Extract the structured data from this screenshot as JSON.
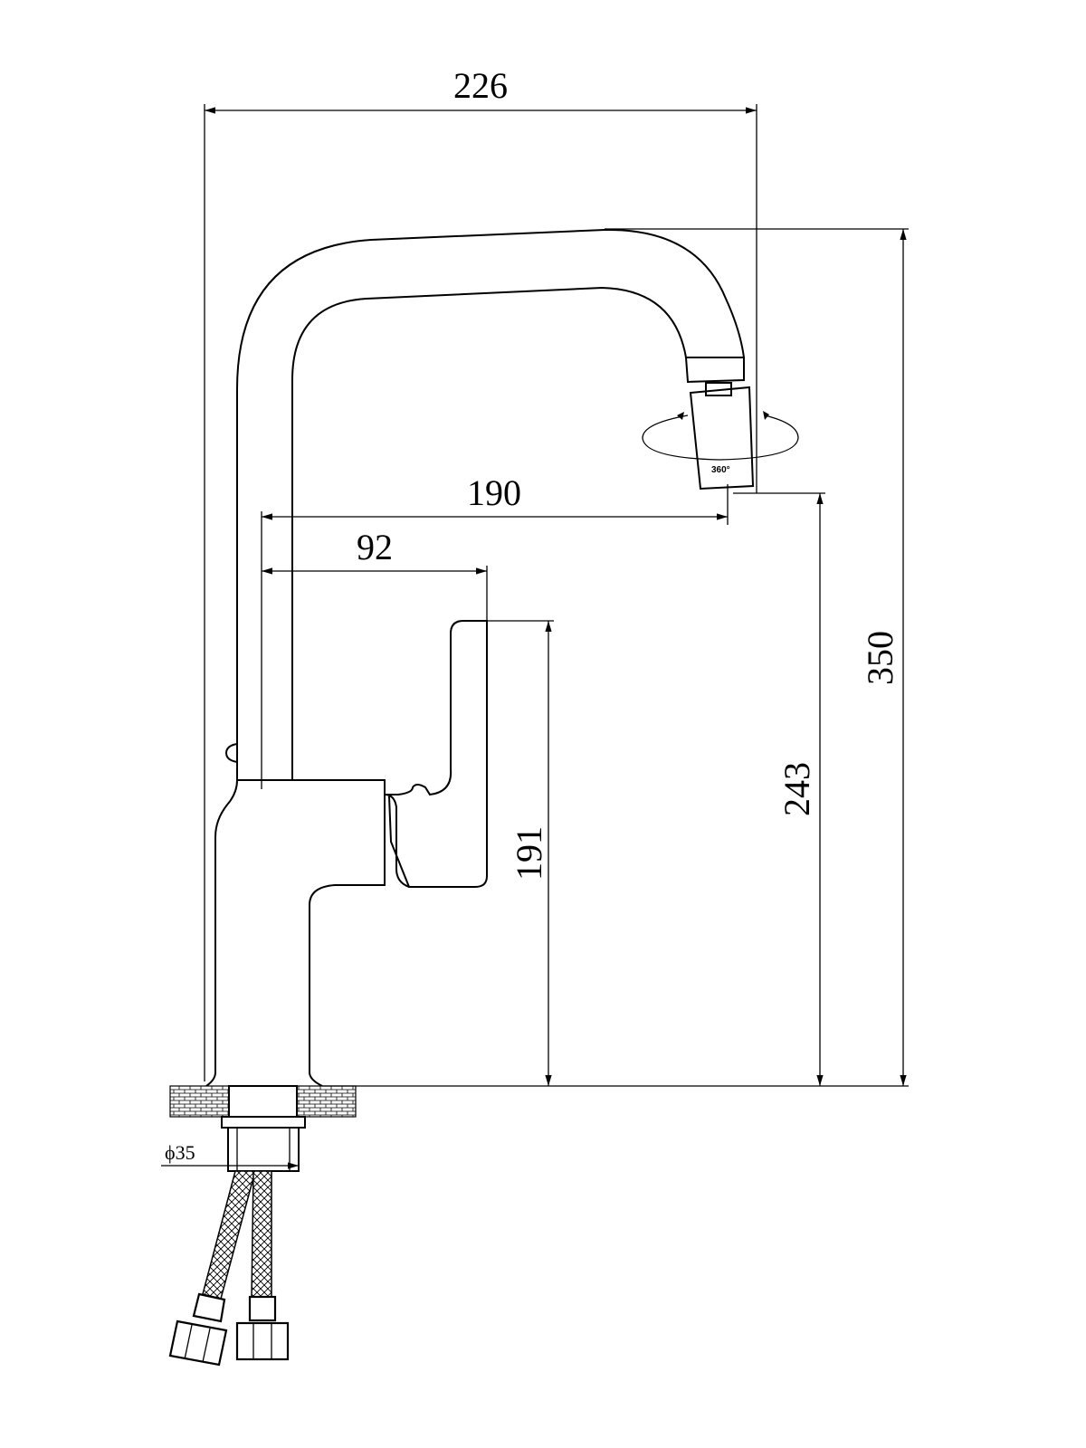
{
  "dimensions": {
    "overall_width": "226",
    "spout_reach": "190",
    "handle_offset": "92",
    "handle_height": "191",
    "spout_height": "243",
    "overall_height": "350",
    "mount_diameter_symbol": "ϕ",
    "mount_diameter": "35"
  },
  "annotations": {
    "rotation_label": "360°"
  },
  "colors": {
    "line": "#000000",
    "background": "#ffffff"
  }
}
